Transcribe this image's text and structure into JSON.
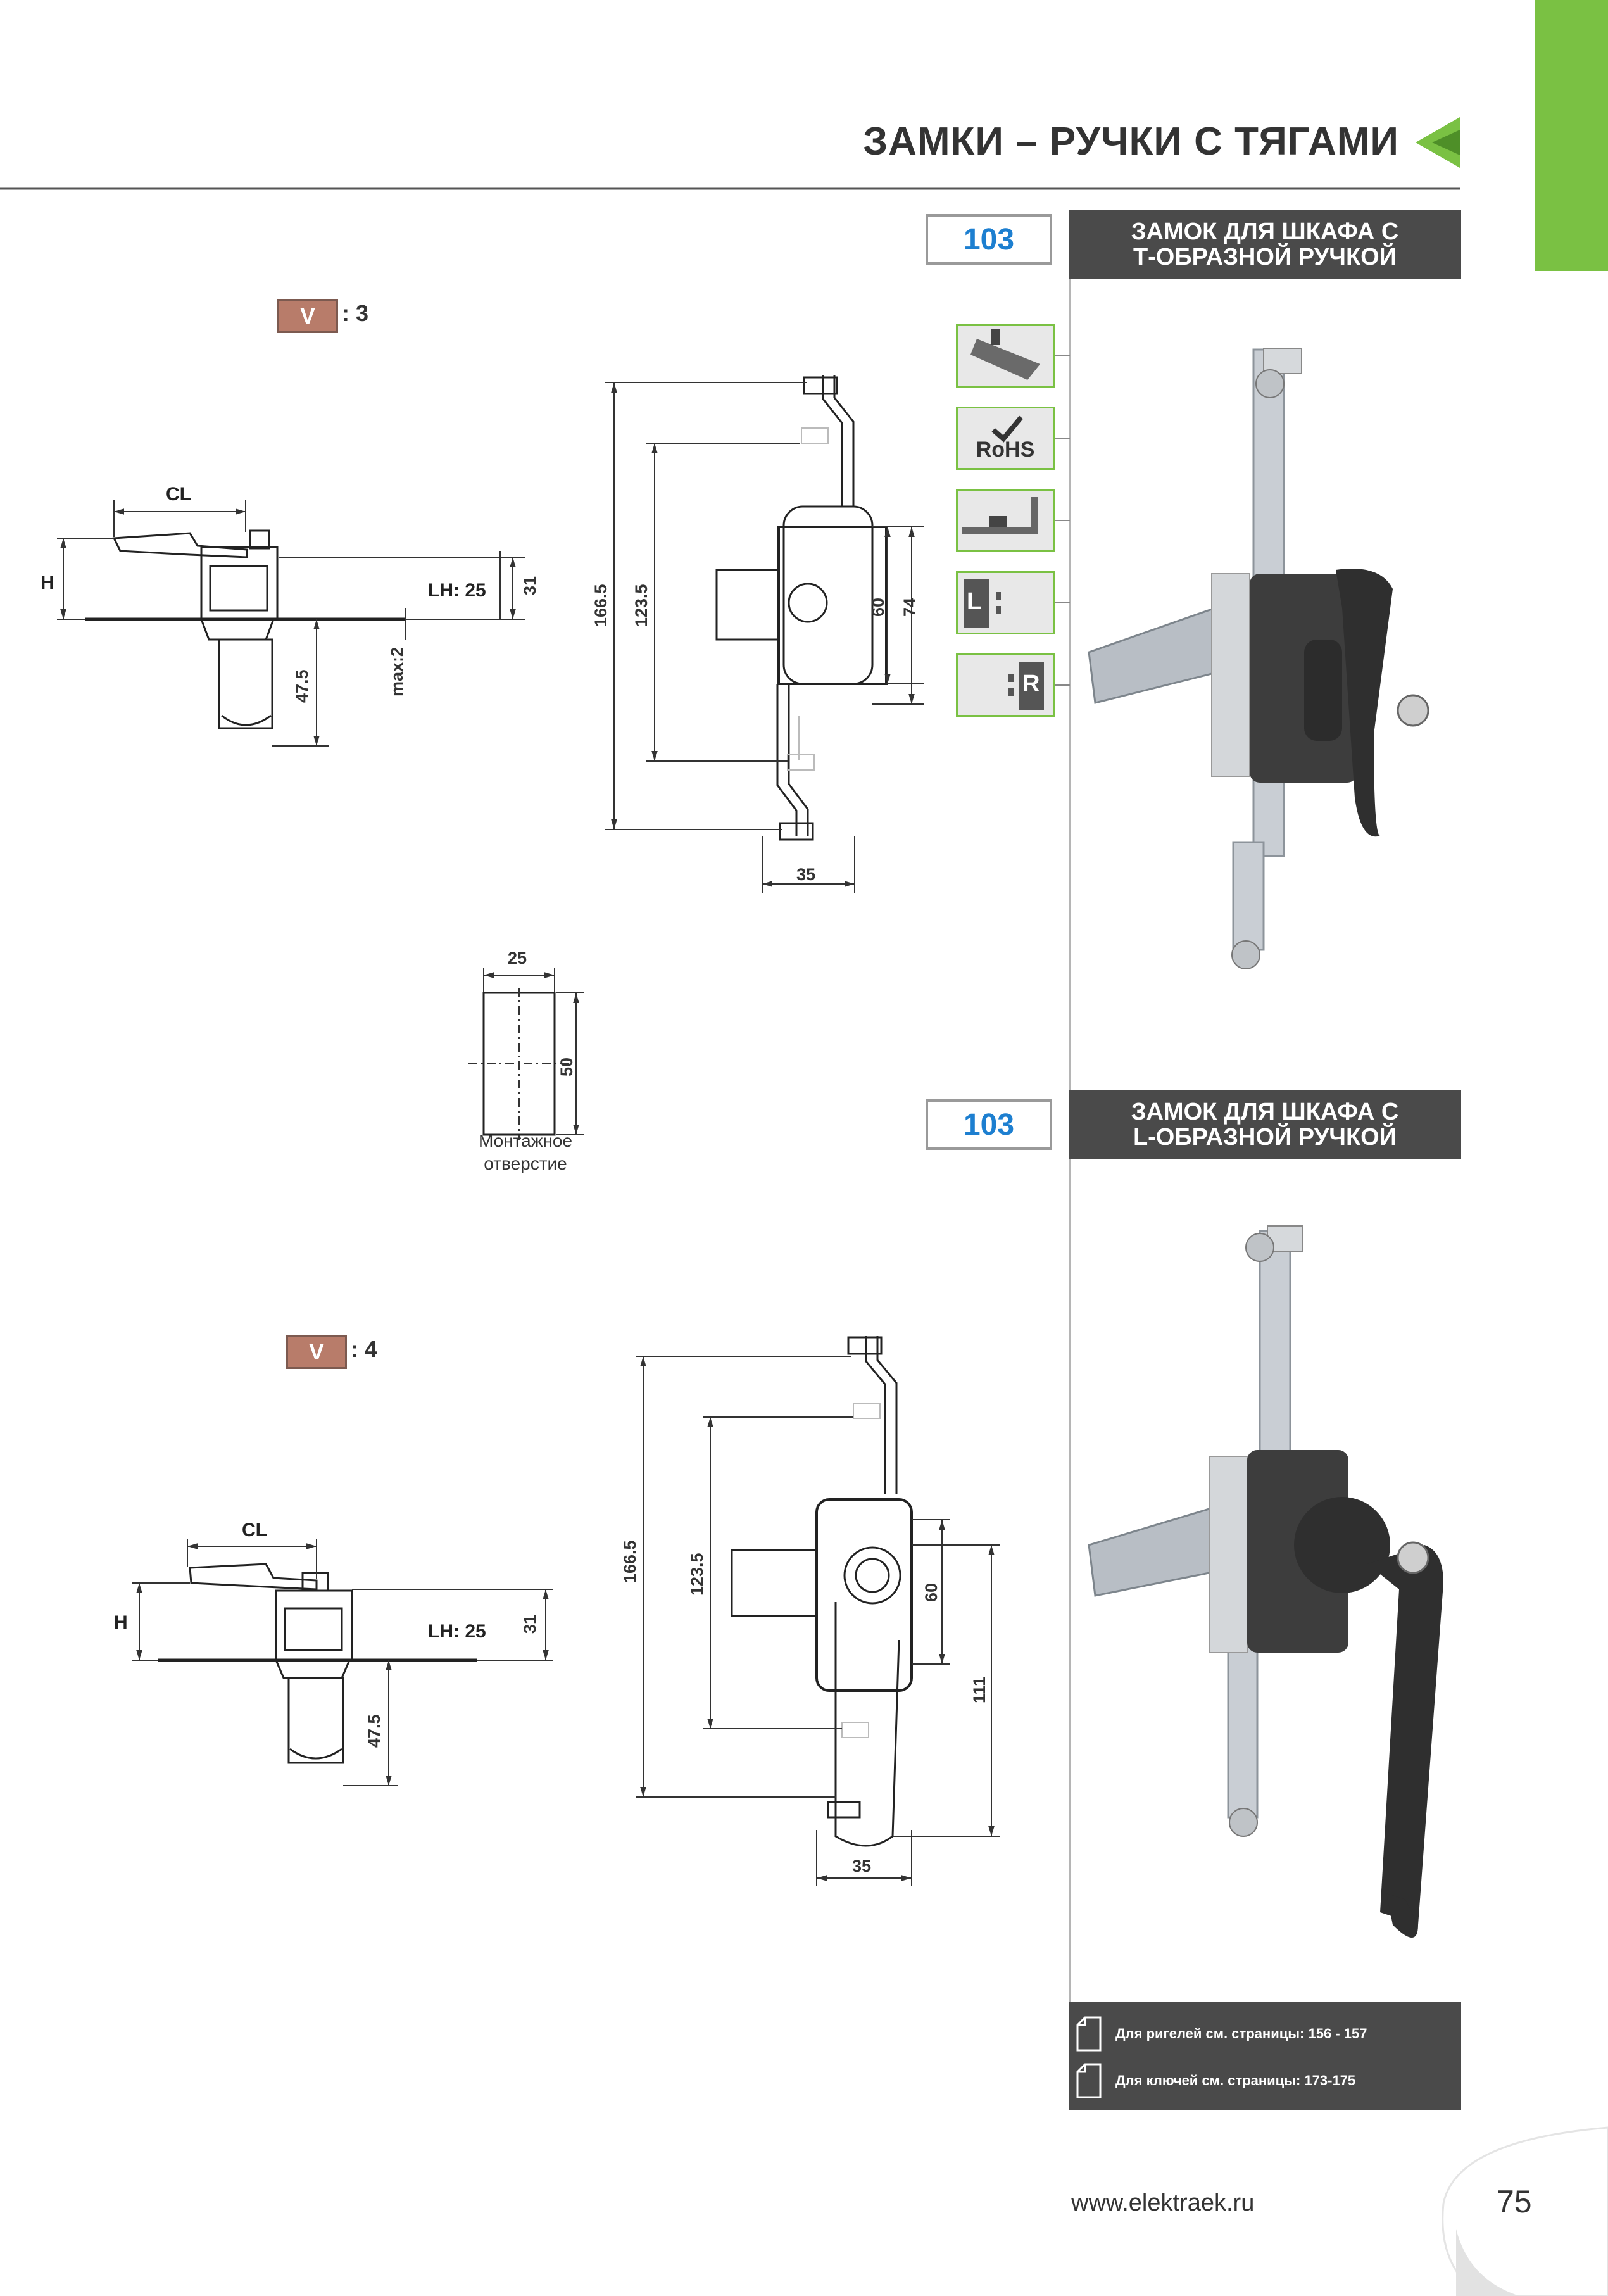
{
  "header": {
    "title": "ЗАМКИ – РУЧКИ С ТЯГАМИ"
  },
  "products": [
    {
      "code": "103",
      "title_line1": "ЗАМОК ДЛЯ ШКАФА С",
      "title_line2": "Т-ОБРАЗНОЙ РУЧКОЙ"
    },
    {
      "code": "103",
      "title_line1": "ЗАМОК ДЛЯ ШКАФА С",
      "title_line2": "L-ОБРАЗНОЙ РУЧКОЙ"
    }
  ],
  "drawings": {
    "top": {
      "v_label": "V",
      "v_value": ": 3",
      "side": {
        "cl": "CL",
        "h": "H",
        "lh": "LH: 25",
        "d31": "31",
        "dmax": "max:2",
        "d475": "47.5"
      },
      "front": {
        "d1665": "166.5",
        "d1235": "123.5",
        "d60": "60",
        "d74": "74",
        "d35": "35"
      }
    },
    "cutout": {
      "d25": "25",
      "d50": "50",
      "caption_line1": "Монтажное",
      "caption_line2": "отверстие"
    },
    "bottom": {
      "v_label": "V",
      "v_value": ": 4",
      "side": {
        "cl": "CL",
        "h": "H",
        "lh": "LH: 25",
        "d31": "31",
        "d475": "47.5"
      },
      "front": {
        "d1665": "166.5",
        "d1235": "123.5",
        "d60": "60",
        "d111": "111",
        "d35": "35"
      }
    }
  },
  "icons": [
    "profile-mount-icon",
    "rohs-icon",
    "panel-mount-icon",
    "left-hand-icon",
    "right-hand-icon"
  ],
  "icon_labels": {
    "rohs": "RoHS",
    "left": "L",
    "right": "R"
  },
  "notes": [
    {
      "text": "Для ригелей см. страницы: 156 - 157"
    },
    {
      "text": "Для ключей см. страницы: 173-175"
    }
  ],
  "footer": {
    "website": "www.elektraek.ru",
    "page_number": "75"
  },
  "colors": {
    "accent_green": "#7ac143",
    "code_blue": "#1d7fd0",
    "dark_bar": "#4a4a4a",
    "v_badge": "#b87c6a"
  }
}
